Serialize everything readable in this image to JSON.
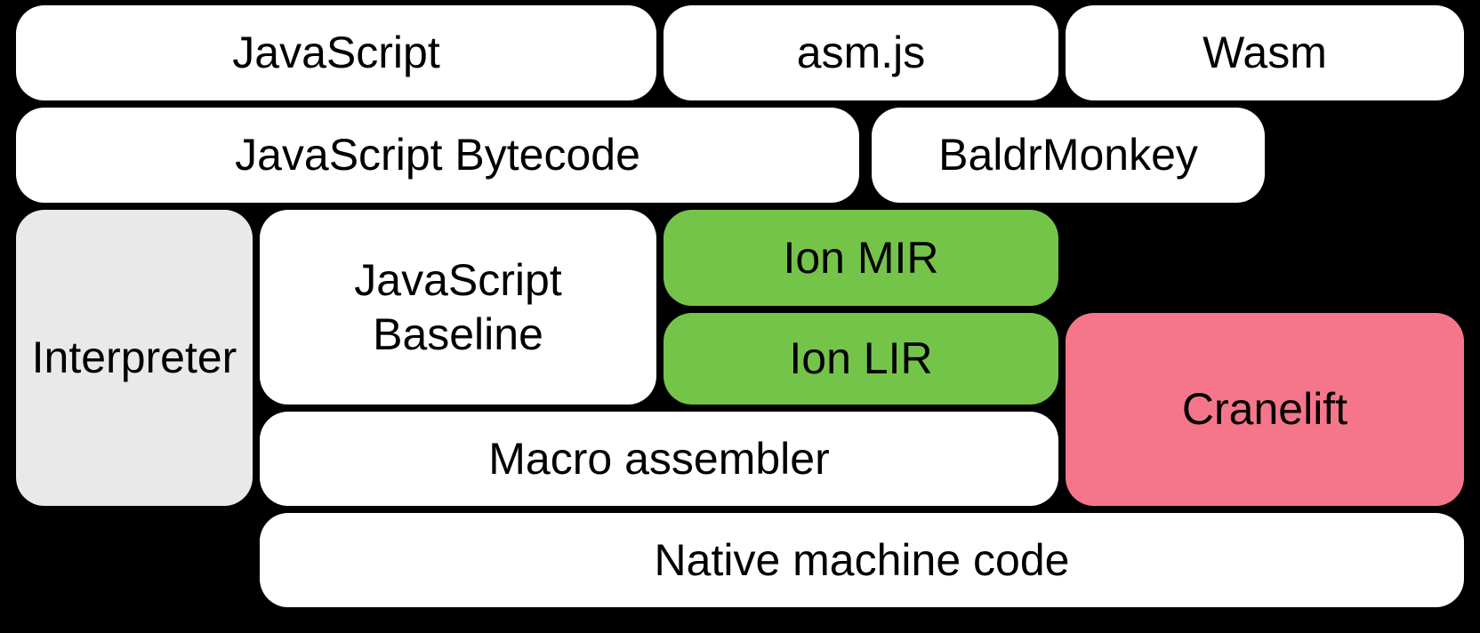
{
  "diagram": {
    "kind": "compiler-pipeline-block-diagram",
    "nodes": {
      "javascript": {
        "label": "JavaScript"
      },
      "asmjs": {
        "label": "asm.js"
      },
      "wasm": {
        "label": "Wasm"
      },
      "bytecode": {
        "label": "JavaScript Bytecode"
      },
      "baldrmonkey": {
        "label": "BaldrMonkey"
      },
      "interpreter": {
        "label": "Interpreter"
      },
      "baseline": {
        "label": "JavaScript Baseline"
      },
      "ion_mir": {
        "label": "Ion MIR"
      },
      "ion_lir": {
        "label": "Ion LIR"
      },
      "cranelift": {
        "label": "Cranelift"
      },
      "macro_assembler": {
        "label": "Macro assembler"
      },
      "native_machine_code": {
        "label": "Native machine code"
      }
    }
  },
  "colors": {
    "background": "#000000",
    "box_white": "#ffffff",
    "box_gray": "#e9e9e9",
    "box_green": "#75c44a",
    "box_pink": "#f5768a",
    "label_text": "#000000"
  }
}
